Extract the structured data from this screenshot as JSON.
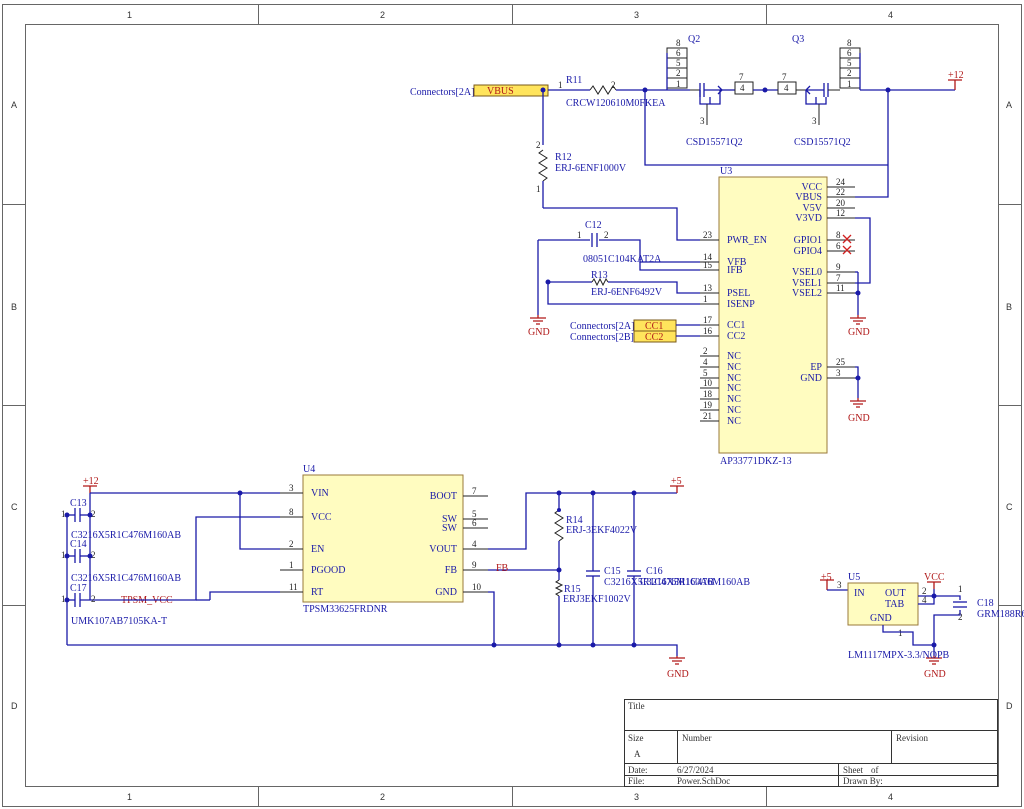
{
  "sheet": {
    "col_zones": [
      "1",
      "2",
      "3",
      "4"
    ],
    "row_zones": [
      "A",
      "B",
      "C",
      "D"
    ]
  },
  "connectors": {
    "vbus_ref": "Connectors[2A]",
    "vbus_port": "VBUS",
    "cc1_ref": "Connectors[2A]",
    "cc1_port": "CC1",
    "cc2_ref": "Connectors[2B]",
    "cc2_port": "CC2"
  },
  "components": {
    "r11": {
      "designator": "R11",
      "value": "CRCW120610M0FKEA",
      "pin1": "1",
      "pin2": "2"
    },
    "r12": {
      "designator": "R12",
      "value": "ERJ-6ENF1000V",
      "pin1": "1",
      "pin2": "2"
    },
    "c12": {
      "designator": "C12",
      "value": "08051C104KAT2A",
      "pin1": "1",
      "pin2": "2"
    },
    "r13": {
      "designator": "R13",
      "value": "ERJ-6ENF6492V"
    },
    "q2": {
      "designator": "Q2",
      "value": "CSD15571Q2",
      "pins": [
        "8",
        "6",
        "5",
        "2",
        "1"
      ],
      "pin_g": "4",
      "pin_d": "7",
      "pin_s": "3"
    },
    "q3": {
      "designator": "Q3",
      "value": "CSD15571Q2",
      "pins": [
        "8",
        "6",
        "5",
        "2",
        "1"
      ],
      "pin_g": "4",
      "pin_d": "7",
      "pin_s": "3"
    },
    "u3": {
      "designator": "U3",
      "value": "AP33771DKZ-13",
      "right_pins": [
        {
          "name": "VCC",
          "num": "24"
        },
        {
          "name": "VBUS",
          "num": "22"
        },
        {
          "name": "V5V",
          "num": "20"
        },
        {
          "name": "V3VD",
          "num": "12"
        },
        {
          "name": "GPIO1",
          "num": "8"
        },
        {
          "name": "GPIO4",
          "num": "6"
        },
        {
          "name": "VSEL0",
          "num": "9"
        },
        {
          "name": "VSEL1",
          "num": "7"
        },
        {
          "name": "VSEL2",
          "num": "11"
        },
        {
          "name": "EP",
          "num": "25"
        },
        {
          "name": "GND",
          "num": "3"
        }
      ],
      "left_pins": [
        {
          "name": "PWR_EN",
          "num": "23"
        },
        {
          "name": "VFB",
          "num": "14"
        },
        {
          "name": "IFB",
          "num": "15"
        },
        {
          "name": "PSEL",
          "num": "13"
        },
        {
          "name": "ISENP",
          "num": "1"
        },
        {
          "name": "CC1",
          "num": "17"
        },
        {
          "name": "CC2",
          "num": "16"
        },
        {
          "name": "NC",
          "num": "2"
        },
        {
          "name": "NC",
          "num": "4"
        },
        {
          "name": "NC",
          "num": "5"
        },
        {
          "name": "NC",
          "num": "10"
        },
        {
          "name": "NC",
          "num": "18"
        },
        {
          "name": "NC",
          "num": "19"
        },
        {
          "name": "NC",
          "num": "21"
        }
      ]
    },
    "u4": {
      "designator": "U4",
      "value": "TPSM33625FRDNR",
      "left_pins": [
        {
          "name": "VIN",
          "num": "3"
        },
        {
          "name": "VCC",
          "num": "8"
        },
        {
          "name": "EN",
          "num": "2"
        },
        {
          "name": "PGOOD",
          "num": "1"
        },
        {
          "name": "RT",
          "num": "11"
        }
      ],
      "right_pins": [
        {
          "name": "BOOT",
          "num": "7"
        },
        {
          "name": "SW",
          "num": "5"
        },
        {
          "name": "SW",
          "num": "6"
        },
        {
          "name": "VOUT",
          "num": "4"
        },
        {
          "name": "FB",
          "num": "9"
        },
        {
          "name": "GND",
          "num": "10"
        }
      ]
    },
    "c13": {
      "designator": "C13",
      "value": "C3216X5R1C476M160AB",
      "pin1": "1",
      "pin2": "2"
    },
    "c14": {
      "designator": "C14",
      "value": "C3216X5R1C476M160AB",
      "pin1": "1",
      "pin2": "2"
    },
    "c17": {
      "designator": "C17",
      "value": "UMK107AB7105KA-T",
      "pin1": "1",
      "pin2": "2"
    },
    "r14": {
      "designator": "R14",
      "value": "ERJ-3EKF4022V"
    },
    "r15": {
      "designator": "R15",
      "value": "ERJ3EKF1002V"
    },
    "c15": {
      "designator": "C15",
      "value": "C3216X5R1C476M160AB"
    },
    "c16": {
      "designator": "C16",
      "value": "C3216X5R1C476M160AB"
    },
    "u5": {
      "designator": "U5",
      "value": "LM1117MPX-3.3/NOPB",
      "pins": [
        {
          "name": "IN",
          "num": "3"
        },
        {
          "name": "OUT",
          "num": "2"
        },
        {
          "name": "TAB",
          "num": "4"
        },
        {
          "name": "GND",
          "num": "1"
        }
      ]
    },
    "c18": {
      "designator": "C18",
      "value": "GRM188R6",
      "pin1": "1",
      "pin2": "2"
    }
  },
  "nets": {
    "p12": "+12",
    "p5": "+5",
    "vcc": "VCC",
    "gnd": "GND",
    "tpsm_vcc": "TPSM_VCC",
    "fb": "FB"
  },
  "title_block": {
    "title_label": "Title",
    "size_label": "Size",
    "size_value": "A",
    "number_label": "Number",
    "revision_label": "Revision",
    "date_label": "Date:",
    "date_value": "6/27/2024",
    "file_label": "File:",
    "file_value": "Power.SchDoc",
    "sheet_label": "Sheet",
    "of_label": "of",
    "drawn_label": "Drawn By:"
  }
}
